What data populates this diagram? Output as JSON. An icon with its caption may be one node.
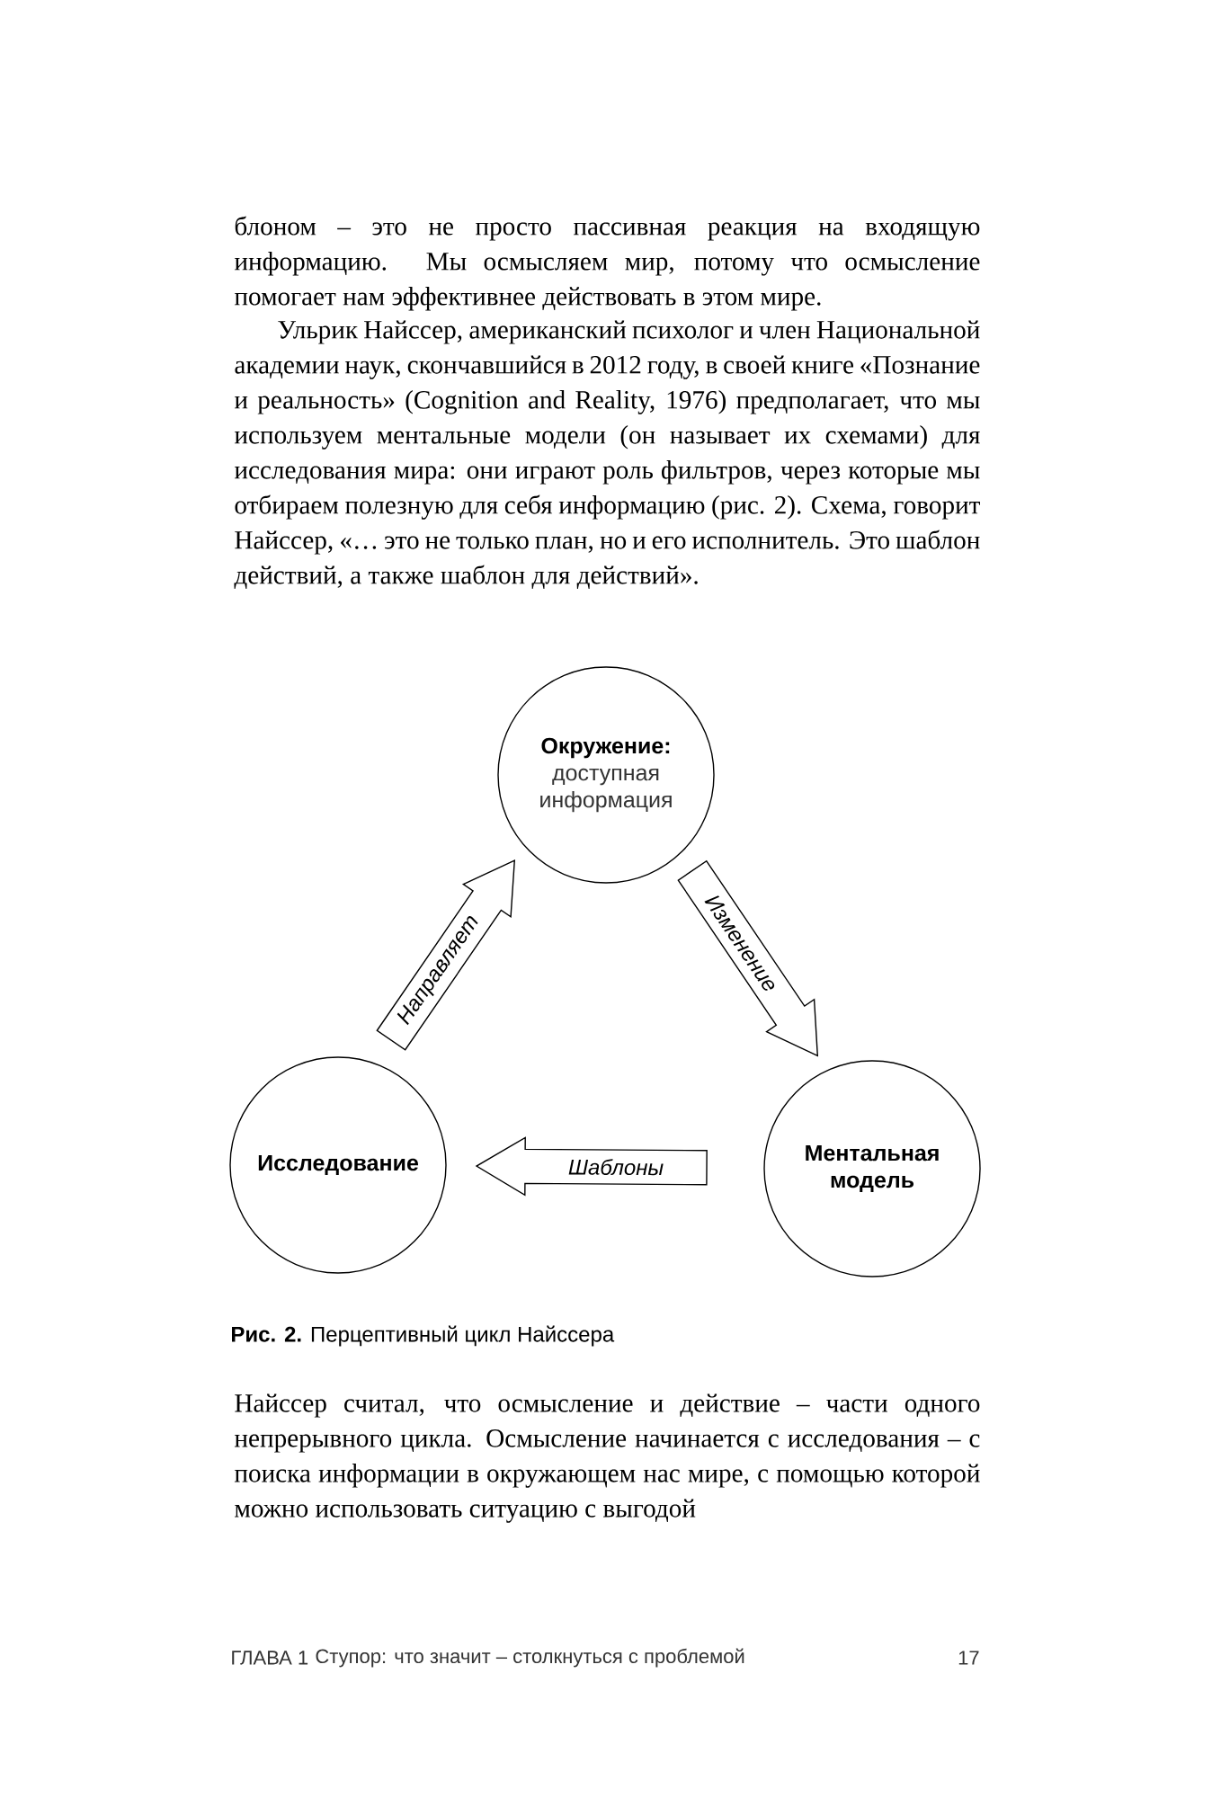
{
  "diagram": {
    "caption": "**Рис. 2.** Перцептивный цикл Найссера",
    "nodes": [
      {
        "text": [
          "Окружение:",
          "доступная информация"
        ]
      },
      {
        "text": [
          "Ментальная модель"
        ]
      },
      {
        "text": [
          "Исследование"
        ]
      }
    ],
    "edges": [
      {
        "from": 0,
        "to": 1,
        "arrow": "to",
        "label": "Изменение"
      },
      {
        "from": 1,
        "to": 2,
        "arrow": "to",
        "label": "Шаблоны"
      },
      {
        "from": 2,
        "to": 0,
        "arrow": "to",
        "label": "Направляет"
      }
    ],
    "labels": [
      "блоном – это не просто пассивная реакция на входящую информацию. Мы осмысляем мир, потому что осмысление помогает нам эффективнее действовать в этом мире.",
      "Ульрик Найссер, американский психолог и член Национальной академии наук, скончавшийся в 2012 году, в своей книге «Познание и реальность» (Cognition and Reality, 1976) предполагает, что мы используем ментальные модели (он называет их схемами) для исследования мира: они играют роль фильтров, через которые мы отбираем полезную для себя информацию (рис. 2). Схема, говорит Найссер, «… это не только план, но и его исполнитель. Это шаблон действий, а также шаблон для действий».",
      "Найссер считал, что осмысление и действие – части одного непрерывного цикла. Осмысление начинается с исследования – с поиска информации в окружающем нас мире, с помощью которой можно использовать ситуацию с выгодой",
      "ГЛАВА 1",
      "Ступор: что значит – столкнуться с проблемой",
      "17"
    ]
  }
}
